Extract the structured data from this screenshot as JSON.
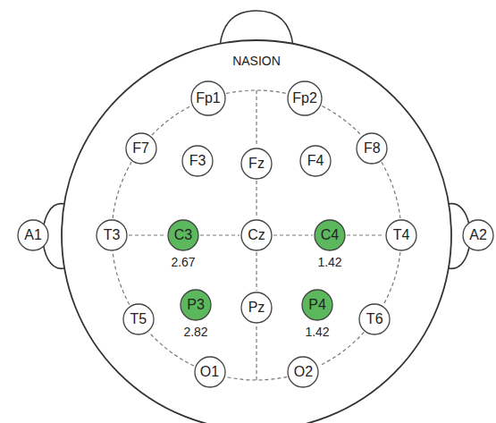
{
  "diagram": {
    "nodes": [
      {
        "text": [
          "Fp1"
        ]
      },
      {
        "text": [
          "Fp2"
        ]
      },
      {
        "text": [
          "F7"
        ]
      },
      {
        "text": [
          "F3"
        ]
      },
      {
        "text": [
          "Fz"
        ]
      },
      {
        "text": [
          "F4"
        ]
      },
      {
        "text": [
          "F8"
        ]
      },
      {
        "text": [
          "A1"
        ]
      },
      {
        "text": [
          "T3"
        ]
      },
      {
        "text": [
          "C3",
          "2.67"
        ]
      },
      {
        "text": [
          "Cz"
        ]
      },
      {
        "text": [
          "C4",
          "1.42"
        ]
      },
      {
        "text": [
          "T4"
        ]
      },
      {
        "text": [
          "A2"
        ]
      },
      {
        "text": [
          "T5"
        ]
      },
      {
        "text": [
          "P3",
          "2.82"
        ]
      },
      {
        "text": [
          "Pz"
        ]
      },
      {
        "text": [
          "P4",
          "1.42"
        ]
      },
      {
        "text": [
          "T6"
        ]
      },
      {
        "text": [
          "O1"
        ]
      },
      {
        "text": [
          "O2"
        ]
      }
    ],
    "edges": [
      {
        "from": 0,
        "to": 1,
        "arrow": "none"
      },
      {
        "from": 1,
        "to": 6,
        "arrow": "none"
      },
      {
        "from": 6,
        "to": 12,
        "arrow": "none"
      },
      {
        "from": 12,
        "to": 18,
        "arrow": "none"
      },
      {
        "from": 18,
        "to": 20,
        "arrow": "none"
      },
      {
        "from": 20,
        "to": 19,
        "arrow": "none"
      },
      {
        "from": 19,
        "to": 14,
        "arrow": "none"
      },
      {
        "from": 14,
        "to": 8,
        "arrow": "none"
      },
      {
        "from": 8,
        "to": 2,
        "arrow": "none"
      },
      {
        "from": 2,
        "to": 0,
        "arrow": "none"
      },
      {
        "from": 8,
        "to": 9,
        "arrow": "none"
      },
      {
        "from": 9,
        "to": 10,
        "arrow": "none"
      },
      {
        "from": 10,
        "to": 11,
        "arrow": "none"
      },
      {
        "from": 11,
        "to": 12,
        "arrow": "none"
      },
      {
        "from": 4,
        "to": 10,
        "arrow": "none"
      },
      {
        "from": 10,
        "to": 16,
        "arrow": "none"
      }
    ],
    "labels": [
      "NASION"
    ]
  }
}
